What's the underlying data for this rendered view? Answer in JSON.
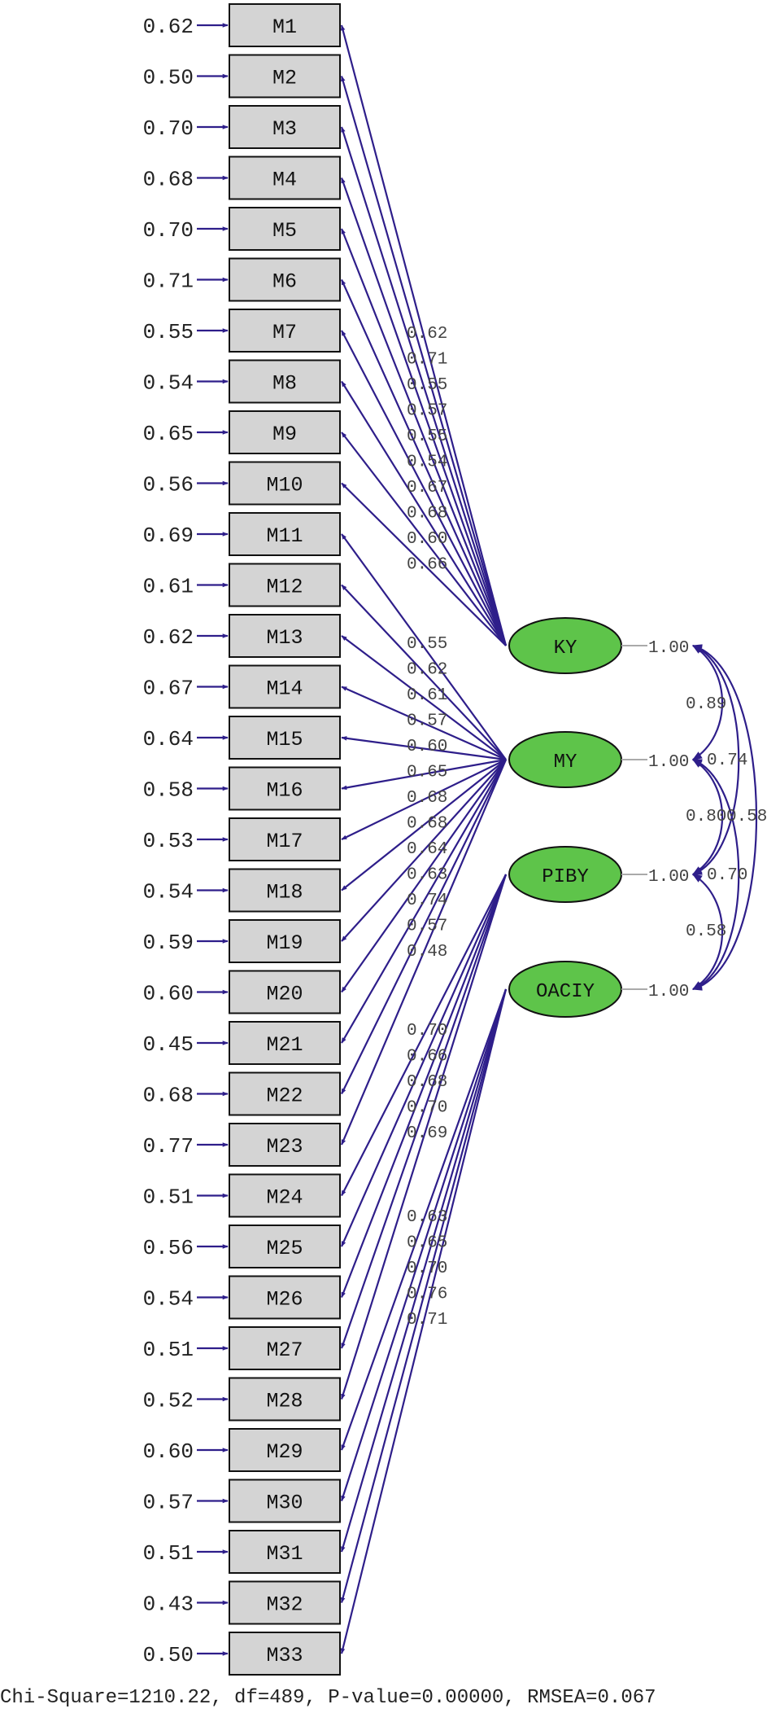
{
  "indicators": [
    {
      "name": "M1",
      "error": "0.62"
    },
    {
      "name": "M2",
      "error": "0.50"
    },
    {
      "name": "M3",
      "error": "0.70"
    },
    {
      "name": "M4",
      "error": "0.68"
    },
    {
      "name": "M5",
      "error": "0.70"
    },
    {
      "name": "M6",
      "error": "0.71"
    },
    {
      "name": "M7",
      "error": "0.55"
    },
    {
      "name": "M8",
      "error": "0.54"
    },
    {
      "name": "M9",
      "error": "0.65"
    },
    {
      "name": "M10",
      "error": "0.56"
    },
    {
      "name": "M11",
      "error": "0.69"
    },
    {
      "name": "M12",
      "error": "0.61"
    },
    {
      "name": "M13",
      "error": "0.62"
    },
    {
      "name": "M14",
      "error": "0.67"
    },
    {
      "name": "M15",
      "error": "0.64"
    },
    {
      "name": "M16",
      "error": "0.58"
    },
    {
      "name": "M17",
      "error": "0.53"
    },
    {
      "name": "M18",
      "error": "0.54"
    },
    {
      "name": "M19",
      "error": "0.59"
    },
    {
      "name": "M20",
      "error": "0.60"
    },
    {
      "name": "M21",
      "error": "0.45"
    },
    {
      "name": "M22",
      "error": "0.68"
    },
    {
      "name": "M23",
      "error": "0.77"
    },
    {
      "name": "M24",
      "error": "0.51"
    },
    {
      "name": "M25",
      "error": "0.56"
    },
    {
      "name": "M26",
      "error": "0.54"
    },
    {
      "name": "M27",
      "error": "0.51"
    },
    {
      "name": "M28",
      "error": "0.52"
    },
    {
      "name": "M29",
      "error": "0.60"
    },
    {
      "name": "M30",
      "error": "0.57"
    },
    {
      "name": "M31",
      "error": "0.51"
    },
    {
      "name": "M32",
      "error": "0.43"
    },
    {
      "name": "M33",
      "error": "0.50"
    }
  ],
  "factors": [
    {
      "name": "KY",
      "variance": "1.00",
      "indicators": [
        1,
        2,
        3,
        4,
        5,
        6,
        7,
        8,
        9,
        10
      ],
      "loadings": [
        "0.62",
        "0.71",
        "0.55",
        "0.57",
        "0.55",
        "0.54",
        "0.67",
        "0.68",
        "0.60",
        "0.66"
      ]
    },
    {
      "name": "MY",
      "variance": "1.00",
      "indicators": [
        11,
        12,
        13,
        14,
        15,
        16,
        17,
        18,
        19,
        20,
        21,
        22,
        23
      ],
      "loadings": [
        "0.55",
        "0.62",
        "0.61",
        "0.57",
        "0.60",
        "0.65",
        "0.68",
        "0.68",
        "0.64",
        "0.63",
        "0.74",
        "0.57",
        "0.48"
      ]
    },
    {
      "name": "PIBY",
      "variance": "1.00",
      "indicators": [
        24,
        25,
        26,
        27,
        28
      ],
      "loadings": [
        "0.70",
        "0.66",
        "0.68",
        "0.70",
        "0.69"
      ]
    },
    {
      "name": "OACIY",
      "variance": "1.00",
      "indicators": [
        29,
        30,
        31,
        32,
        33
      ],
      "loadings": [
        "0.63",
        "0.65",
        "0.70",
        "0.76",
        "0.71"
      ]
    }
  ],
  "correlations": [
    {
      "from": "KY",
      "to": "MY",
      "value": "0.89"
    },
    {
      "from": "MY",
      "to": "PIBY",
      "value": "0.80"
    },
    {
      "from": "PIBY",
      "to": "OACIY",
      "value": "0.58"
    },
    {
      "from": "KY",
      "to": "PIBY",
      "value": "0.74"
    },
    {
      "from": "MY",
      "to": "OACIY",
      "value": "0.70"
    },
    {
      "from": "KY",
      "to": "OACIY",
      "value": "0.58"
    }
  ],
  "fit_statistics": "Chi-Square=1210.22, df=489, P-value=0.00000, RMSEA=0.067",
  "colors": {
    "path": "#2e1e8a",
    "latent_fill": "#5ec44a",
    "box_fill": "#d4d4d4"
  }
}
